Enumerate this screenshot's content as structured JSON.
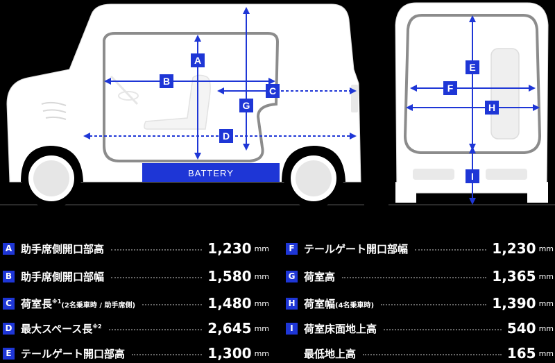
{
  "diagram": {
    "battery_label": "BATTERY",
    "marker_letters": [
      "A",
      "B",
      "C",
      "D",
      "E",
      "F",
      "G",
      "H",
      "I"
    ]
  },
  "colors": {
    "accent": "#1e36d6",
    "body": "#ffffff",
    "outline": "#8c8c8c",
    "background": "#000000"
  },
  "specs_left": [
    {
      "letter": "A",
      "label": "助手席側開口部高",
      "note": "",
      "value": "1,230",
      "unit": "mm"
    },
    {
      "letter": "B",
      "label": "助手席側開口部幅",
      "note": "",
      "value": "1,580",
      "unit": "mm"
    },
    {
      "letter": "C",
      "label": "荷室長",
      "sup": "※1",
      "note": "(2名乗車時 / 助手席側)",
      "value": "1,480",
      "unit": "mm"
    },
    {
      "letter": "D",
      "label": "最大スペース長",
      "sup": "※2",
      "note": "",
      "value": "2,645",
      "unit": "mm"
    },
    {
      "letter": "E",
      "label": "テールゲート開口部高",
      "note": "",
      "value": "1,300",
      "unit": "mm"
    }
  ],
  "specs_right": [
    {
      "letter": "F",
      "label": "テールゲート開口部幅",
      "note": "",
      "value": "1,230",
      "unit": "mm"
    },
    {
      "letter": "G",
      "label": "荷室高",
      "note": "",
      "value": "1,365",
      "unit": "mm"
    },
    {
      "letter": "H",
      "label": "荷室幅",
      "note": "(4名乗車時)",
      "value": "1,390",
      "unit": "mm"
    },
    {
      "letter": "I",
      "label": "荷室床面地上高",
      "note": "",
      "value": "540",
      "unit": "mm"
    },
    {
      "letter": "",
      "label": "最低地上高",
      "note": "",
      "value": "165",
      "unit": "mm"
    }
  ]
}
